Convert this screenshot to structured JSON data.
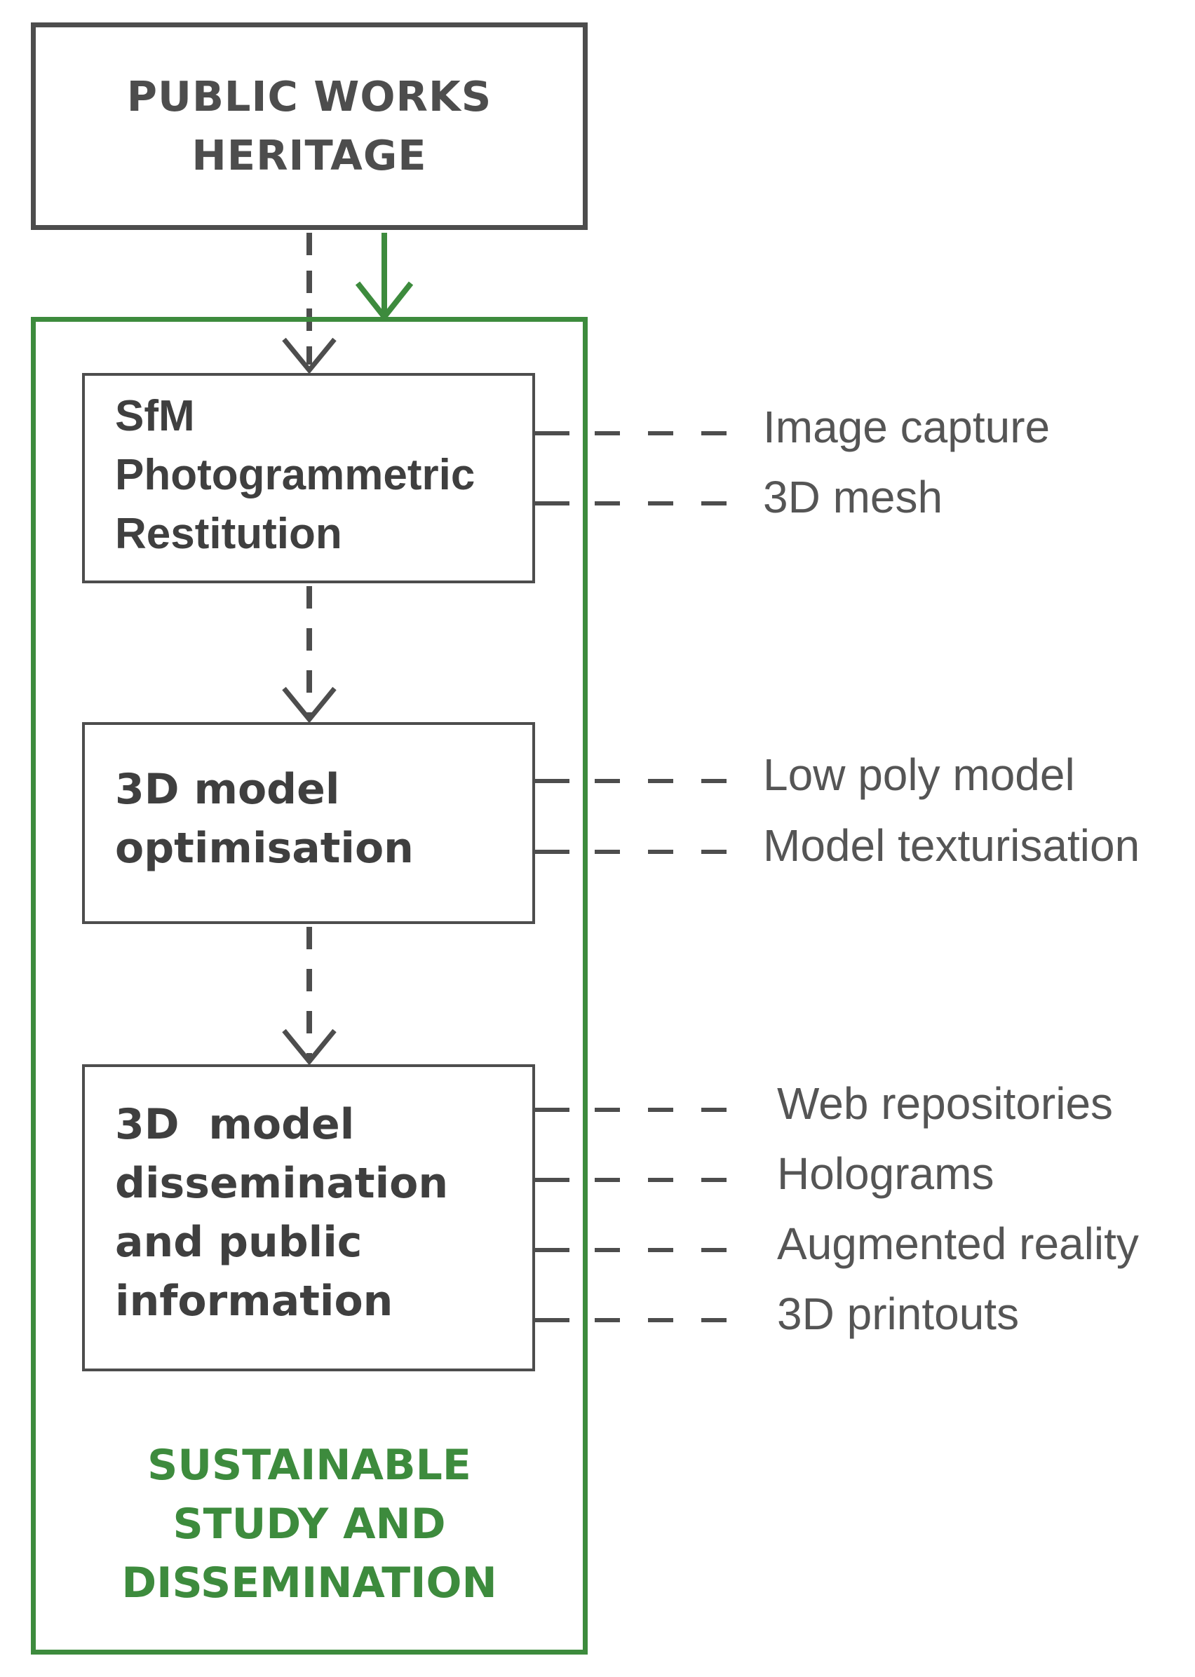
{
  "colors": {
    "primary_gray": "#4d4d4d",
    "accent_green": "#3d8b3d",
    "label_gray": "#555555"
  },
  "top_box": {
    "lines": [
      "PUBLIC WORKS",
      "HERITAGE"
    ]
  },
  "steps": [
    {
      "lines": [
        "SfM",
        "Photogrammetric",
        "Restitution"
      ],
      "outputs": [
        "Image capture",
        "3D mesh"
      ]
    },
    {
      "lines": [
        "3D model",
        "optimisation"
      ],
      "outputs": [
        "Low poly model",
        "Model texturisation"
      ]
    },
    {
      "lines": [
        "3D  model",
        "dissemination",
        "and public",
        "information"
      ],
      "outputs": [
        "Web repositories",
        "Holograms",
        "Augmented reality",
        "3D printouts"
      ]
    }
  ],
  "container_title": {
    "lines": [
      "SUSTAINABLE",
      "STUDY AND",
      "DISSEMINATION"
    ]
  }
}
